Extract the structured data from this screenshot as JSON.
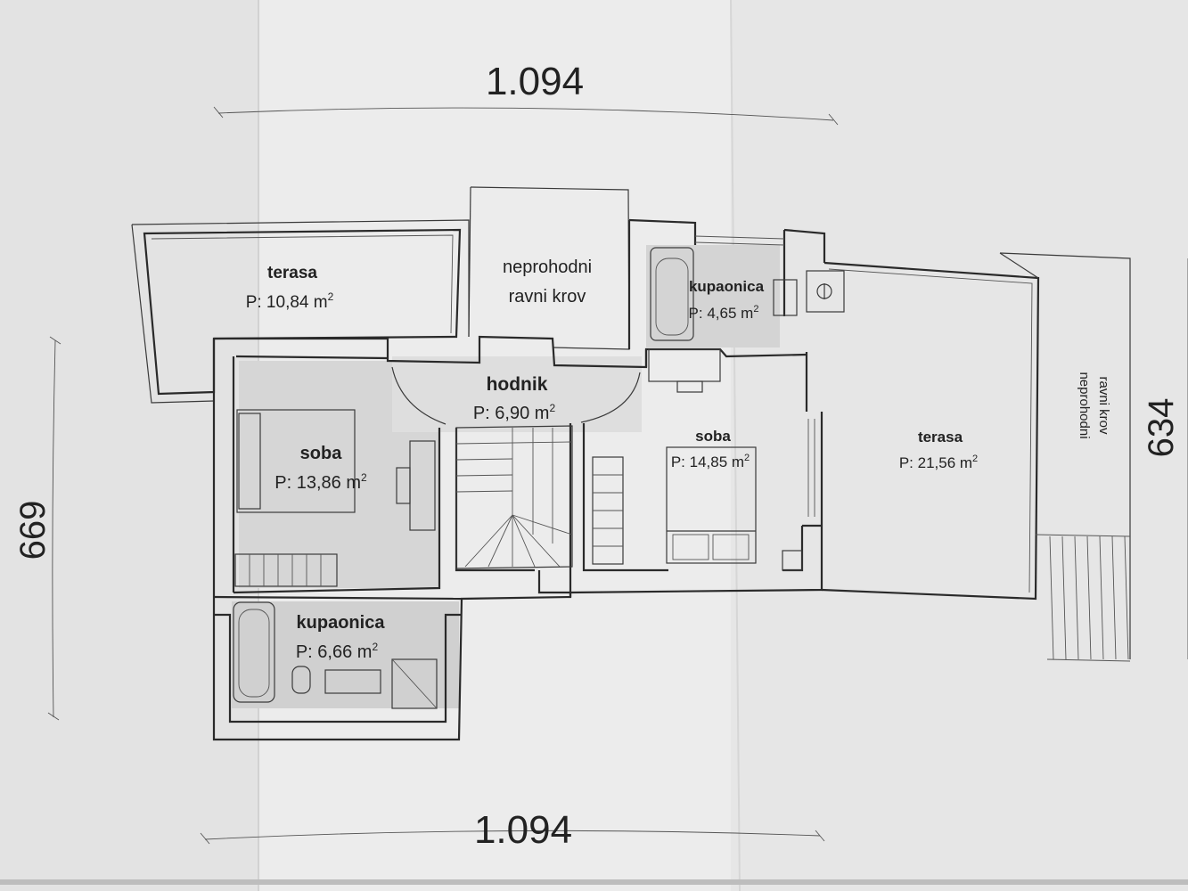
{
  "dimensions": {
    "top": "1.094",
    "bottom": "1.094",
    "left": "669",
    "right": "634"
  },
  "rooms": {
    "terasa_left": {
      "name": "terasa",
      "area": "P: 10,84 m",
      "sup": "2"
    },
    "roof_middle": {
      "line1": "neprohodni",
      "line2": "ravni krov"
    },
    "bath_top": {
      "name": "kupaonica",
      "area": "P: 4,65 m",
      "sup": "2"
    },
    "hodnik": {
      "name": "hodnik",
      "area": "P: 6,90 m",
      "sup": "2"
    },
    "soba_left": {
      "name": "soba",
      "area": "P: 13,86 m",
      "sup": "2"
    },
    "soba_right": {
      "name": "soba",
      "area": "P: 14,85 m",
      "sup": "2"
    },
    "terasa_right": {
      "name": "terasa",
      "area": "P: 21,56 m",
      "sup": "2"
    },
    "roof_right": {
      "line1": "neprohodni",
      "line2": "ravni krov"
    },
    "bath_bottom": {
      "name": "kupaonica",
      "area": "P: 6,66 m",
      "sup": "2"
    }
  },
  "colors": {
    "paper": "#e9e9e9",
    "ink": "#222222",
    "shade": "#c9c9c9"
  }
}
